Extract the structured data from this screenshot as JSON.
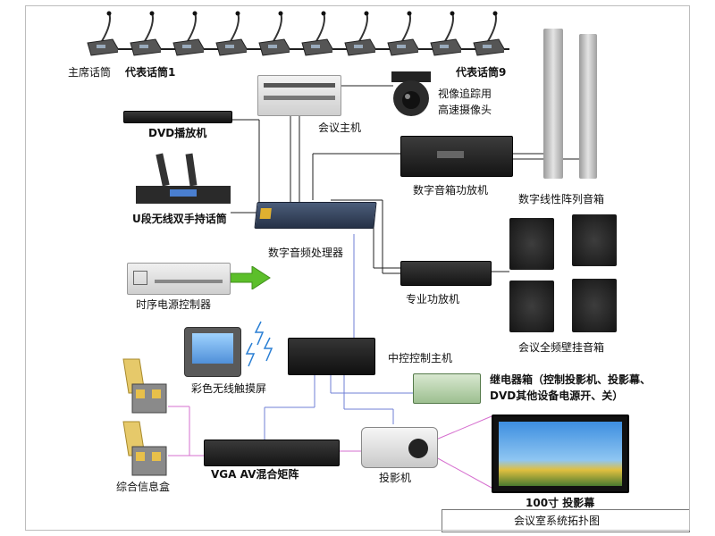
{
  "labels": {
    "chair_mic": "主席话筒",
    "delegate_mic_1": "代表话筒1",
    "delegate_mic_9": "代表话筒9",
    "conference_host": "会议主机",
    "tracking_camera_line1": "视像追踪用",
    "tracking_camera_line2": "高速摄像头",
    "dvd_player": "DVD播放机",
    "digital_speaker_amp": "数字音箱功放机",
    "line_array_speaker": "数字线性阵列音箱",
    "uhf_wireless_mic": "U段无线双手持话筒",
    "dsp": "数字音频处理器",
    "sequencer": "时序电源控制器",
    "pro_amp": "专业功放机",
    "wall_speakers": "会议全频壁挂音箱",
    "touch_screen": "彩色无线触摸屏",
    "central_control": "中控控制主机",
    "relay_line1": "继电器箱（控制投影机、投影幕、",
    "relay_line2": "DVD其他设备电源开、关）",
    "info_box": "综合信息盒",
    "matrix": "VGA  AV混合矩阵",
    "projector": "投影机",
    "screen": "100寸  投影幕",
    "title": "会议室系统拓扑图"
  },
  "colors": {
    "audio_line": "#1f1f1f",
    "control_line": "#6f7fd6",
    "video_line": "#d66fcf",
    "arrow_green": "#5cbf2a"
  }
}
